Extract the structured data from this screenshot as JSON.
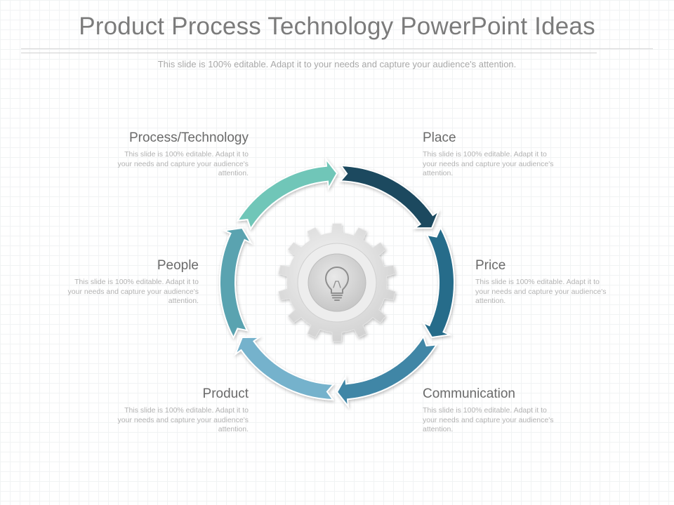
{
  "slide": {
    "title": "Product Process Technology PowerPoint Ideas",
    "subtitle": "This slide is 100% editable. Adapt it to your needs and capture your audience's attention."
  },
  "steps": [
    {
      "title": "Process/Technology",
      "desc": "This slide is 100% editable. Adapt it to your needs and capture your audience's attention.",
      "color": "#6fc6b8"
    },
    {
      "title": "Place",
      "desc": "This slide is 100% editable. Adapt it to your needs and capture your audience's attention.",
      "color": "#1c4a5e"
    },
    {
      "title": "Price",
      "desc": "This slide is 100% editable. Adapt it to your needs and capture your audience's attention.",
      "color": "#256c8a"
    },
    {
      "title": "Communication",
      "desc": "This slide is 100% editable. Adapt it to your needs and capture your audience's attention.",
      "color": "#3f86a6"
    },
    {
      "title": "Product",
      "desc": "This slide is 100% editable. Adapt it to your needs and capture your audience's attention.",
      "color": "#75b2cc"
    },
    {
      "title": "People",
      "desc": "This slide is 100% editable. Adapt it to your needs and capture your audience's attention.",
      "color": "#5aa3b0"
    }
  ],
  "center": {
    "gear_icon": "gear-icon",
    "bulb_icon": "lightbulb-icon",
    "gear_color": "#d9d9d9"
  }
}
